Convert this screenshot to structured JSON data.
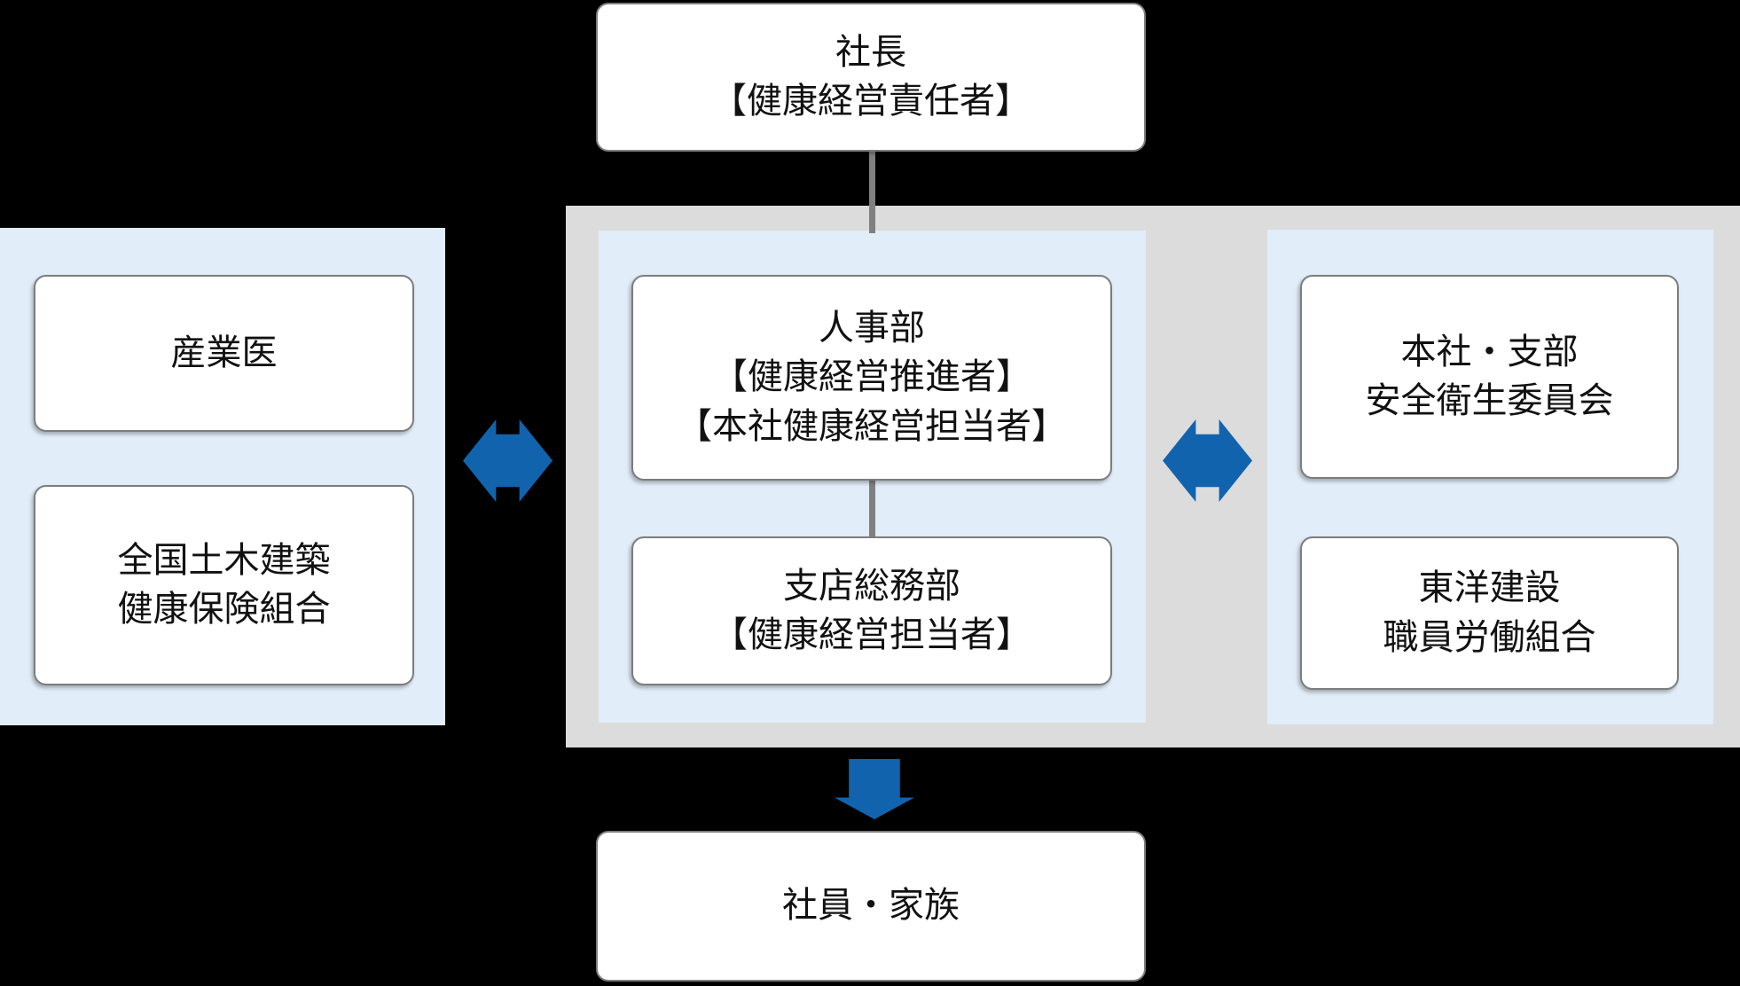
{
  "colors": {
    "background": "#000000",
    "panel-gray": "#dcdcdc",
    "panel-blue": "#e1edf8",
    "box-bg": "#ffffff",
    "box-border": "#7d7d7d",
    "connector": "#808080",
    "arrow": "#1163ad",
    "text": "#111111"
  },
  "nodes": {
    "president": {
      "line1": "社長",
      "line2": "【健康経営責任者】"
    },
    "occupational_physician": {
      "line1": "産業医"
    },
    "health_insurance_union": {
      "line1": "全国土木建築",
      "line2": "健康保険組合"
    },
    "hr_department": {
      "line1": "人事部",
      "line2": "【健康経営推進者】",
      "line3": "【本社健康経営担当者】"
    },
    "branch_general_affairs": {
      "line1": "支店総務部",
      "line2": "【健康経営担当者】"
    },
    "safety_committee": {
      "line1": "本社・支部",
      "line2": "安全衛生委員会"
    },
    "labor_union": {
      "line1": "東洋建設",
      "line2": "職員労働組合"
    },
    "employees_families": {
      "line1": "社員・家族"
    }
  }
}
